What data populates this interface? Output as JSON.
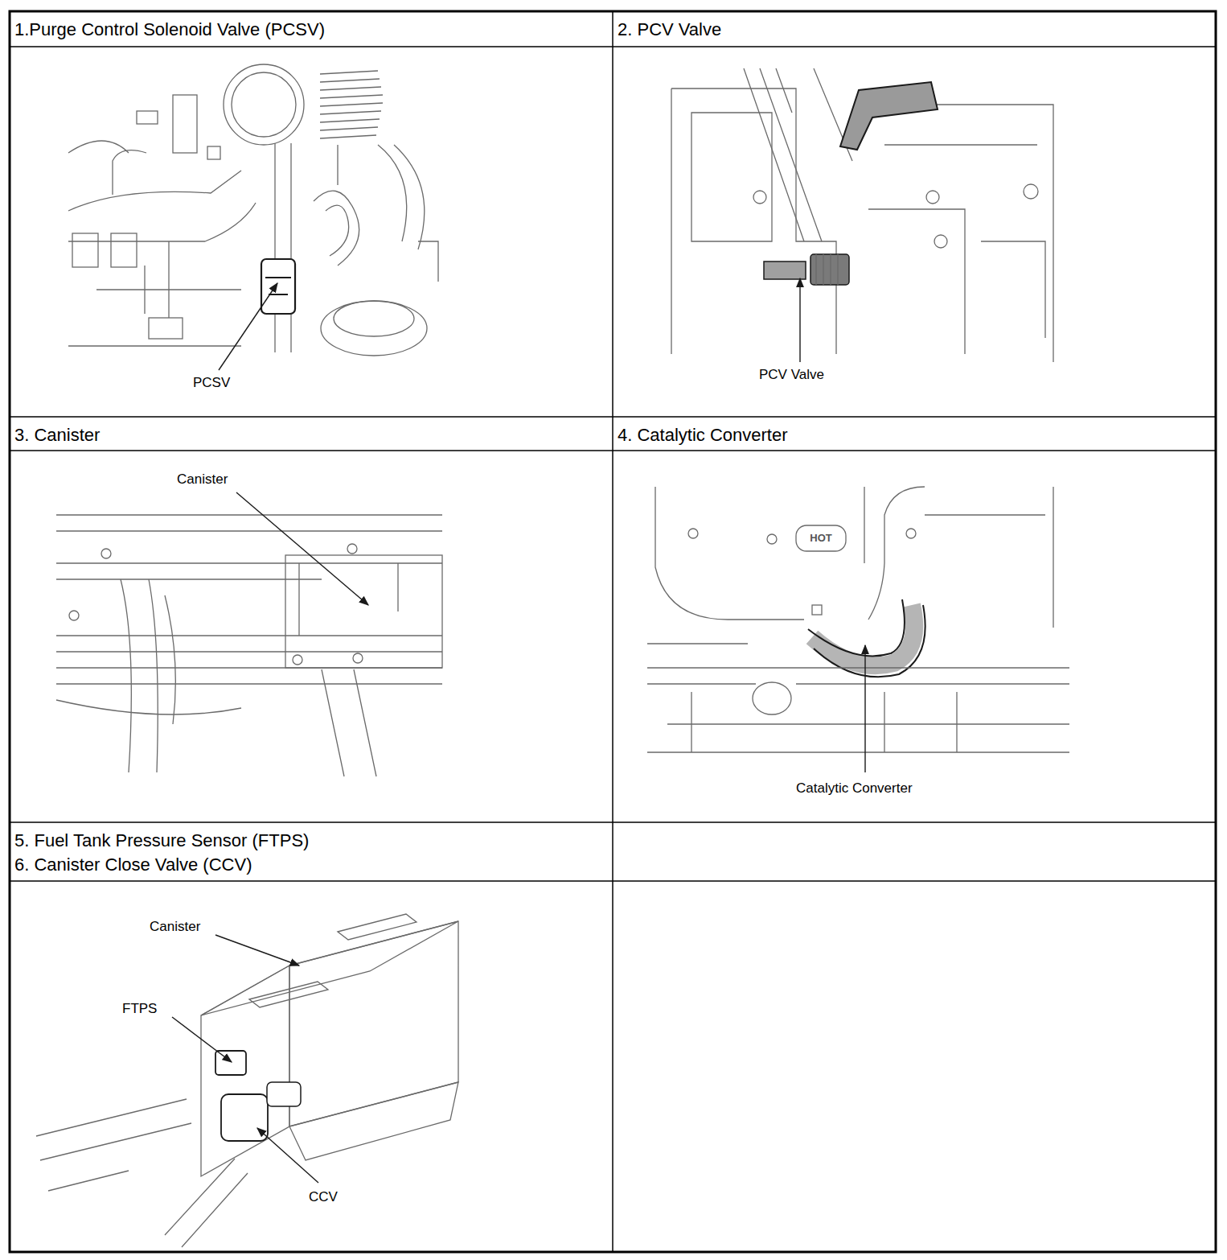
{
  "diagram": {
    "labels": [
      "1.Purge Control Solenoid Valve (PCSV)",
      "2. PCV Valve",
      "PCSV",
      "PCV Valve",
      "3. Canister",
      "4. Catalytic Converter",
      "Canister",
      "HOT",
      "Catalytic Converter",
      "5. Fuel Tank Pressure Sensor (FTPS)",
      "6. Canister Close Valve (CCV)",
      "Canister",
      "FTPS",
      "CCV"
    ]
  }
}
